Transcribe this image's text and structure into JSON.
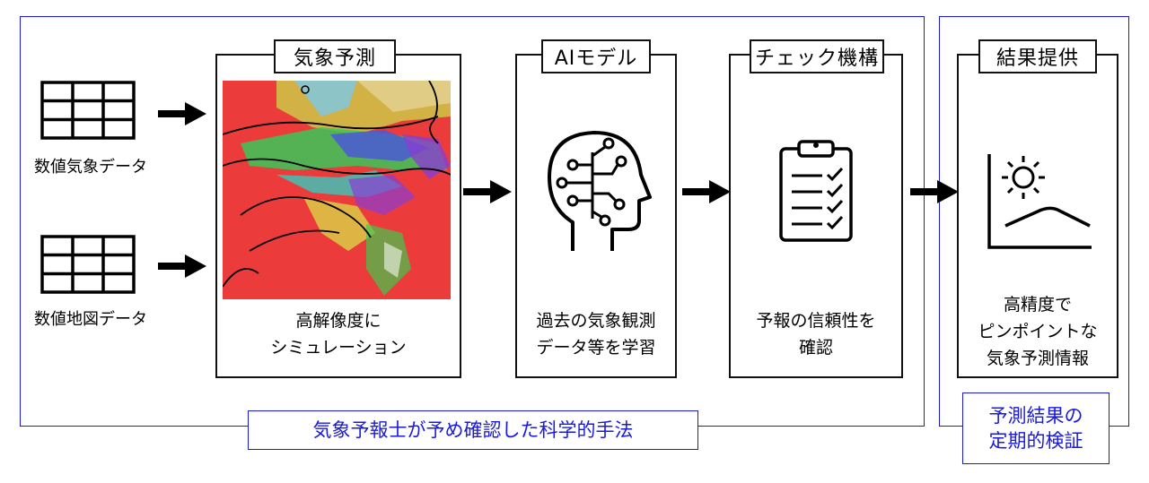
{
  "inputs": [
    {
      "label": "数値気象データ",
      "icon": "grid-table-icon"
    },
    {
      "label": "数値地図データ",
      "icon": "grid-table-icon"
    }
  ],
  "steps": [
    {
      "title": "気象予測",
      "text_lines": [
        "高解像度に",
        "シミュレーション"
      ],
      "icon": "weather-map-image"
    },
    {
      "title": "AIモデル",
      "text_lines": [
        "過去の気象観測",
        "データ等を学習"
      ],
      "icon": "ai-head-icon"
    },
    {
      "title": "チェック機構",
      "text_lines": [
        "予報の信頼性を",
        "確認"
      ],
      "icon": "clipboard-checklist-icon"
    },
    {
      "title": "結果提供",
      "text_lines": [
        "高精度で",
        "ピンポイントな",
        "気象予測情報"
      ],
      "icon": "sun-curve-chart-icon"
    }
  ],
  "frames": {
    "main_label": "気象予報士が予め確認した科学的手法",
    "side_label_lines": [
      "予測結果の",
      "定期的検証"
    ]
  },
  "colors": {
    "frame_blue": "#1a1adb",
    "box_border": "#111111",
    "map_base": "#ec3b3b"
  }
}
